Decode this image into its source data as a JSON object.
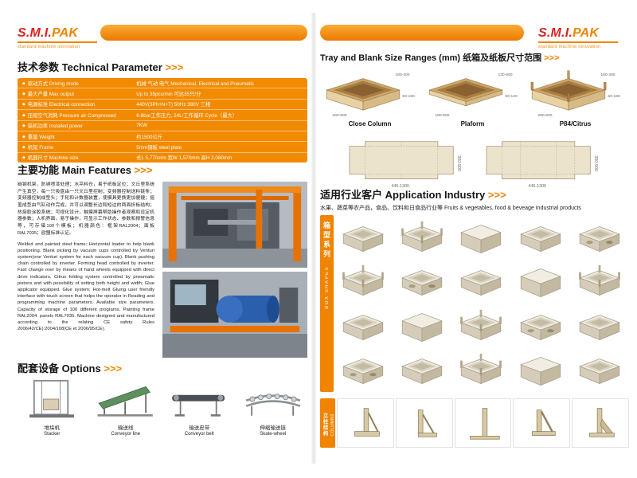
{
  "brand": {
    "name_primary": "S.M.I.",
    "name_secondary": "PAK",
    "tagline": "standard machine innovation"
  },
  "accent_color": "#F08300",
  "left_page": {
    "tech": {
      "title": "技术参数 Technical Parameter",
      "arrows": ">>>",
      "bullet": "◆",
      "rows": [
        {
          "label": "驱动方式 Driving mode",
          "value": "机械 气动 电气 Mechanical, Electrical and Pneumatic"
        },
        {
          "label": "最大产量 Max output",
          "value": "Up to 35pcs/min 可达35只/分"
        },
        {
          "label": "电源标准 Electrical connection",
          "value": "440V(3Ph+N+T) 50Hz 380V 三相"
        },
        {
          "label": "压缩空气消耗 Pressure air Compressed",
          "value": "6-8bar工作压力, 24L/工作循环 Cycle（最大）"
        },
        {
          "label": "装机功率 Installed power",
          "value": "7KW"
        },
        {
          "label": "重量 Weight",
          "value": "约1500公斤"
        },
        {
          "label": "机架 Frame",
          "value": "5mm钢板 steel plate"
        },
        {
          "label": "机器尺寸 Machine size",
          "value": "长L 5,770mm 宽W 1,570mm 高H 2,080mm"
        }
      ]
    },
    "features": {
      "title": "主要功能 Main Features",
      "arrows": ">>>",
      "text_zh": "碳钢机架，防锈喷漆处理；水平料仓，易于纸板定位；文丘里系统产生真空，每一只吸盘由一只文丘里控制；变频器控制送料链条；变频器控制成型头；手轮和计数器装置，使模具更换更加便捷；摇盖成型由气缸动作完成，并可以调整长边和短边的两面折板结构；热熔胶涂胶系统；可视化设计，触摸屏幕帮助操作者观察和设定机器参数；人机界面，易于操作，可显示工作状态、参数和报警信息等，可存储100个模板；机器颜色：框架RAL2004；面板RAL7035；欧盟标准认证。",
      "text_en": "Welded and painted steel frame; Horizontal loader to help blank positioning. Blank picking by vacuum cups controlled by Venturi system(one Venturi system for each vacuum cup). Blank pushing chain controlled by inverter. Forming head controlled by inverter. Fast change over by means of hand wheels equipped with direct drive indicators. Citrus folding system controlled by pneumatic pistons and with possibility of setting both height and width; Glue applicator equipped. Glue system; Hot-melt Gluing user friendly interface with touch screen that helps the operator in Reading and programming machine parameters. Available size parameters. Capacity of storage of 100 different programs. Painting frame RAL2004: panels RAL7035. Machine designed and manufactured according to the relating CE safety Rules 2006/42/CE):2004/108/CE et 2006/95/CE)."
    },
    "options": {
      "title": "配套设备 Options",
      "arrows": ">>>",
      "items": [
        {
          "zh": "堆垛机",
          "en": "Stacker"
        },
        {
          "zh": "输送线",
          "en": "Conveyor line"
        },
        {
          "zh": "输送皮带",
          "en": "Conveyor belt"
        },
        {
          "zh": "伸缩输送链",
          "en": "Skate-wheel"
        }
      ]
    }
  },
  "right_page": {
    "tray_sizes": {
      "title": "Tray and Blank Size Ranges (mm) 纸箱及纸板尺寸范围",
      "arrows": ">>>",
      "trays": [
        {
          "name": "Close Column",
          "dim_top": "180-400",
          "dim_bottom": "280-600",
          "dim_side": "60-180"
        },
        {
          "name": "Plaform",
          "dim_top": "130-600",
          "dim_bottom": "180-600",
          "dim_side": "60-140"
        },
        {
          "name": "P84/Citrus",
          "dim_top": "180-400",
          "dim_bottom": "280-600",
          "dim_side": "60-180"
        }
      ],
      "blanks": [
        {
          "dim_w": "445-1300",
          "dim_h": "300-900"
        },
        {
          "dim_w": "445-1300",
          "dim_h": "300-900"
        }
      ]
    },
    "industry": {
      "title": "适用行业客户 Application Industry",
      "arrows": ">>>",
      "desc": "水果、蔬菜等农产品，食品、饮料和日食品行业等  Fruits & vegetables, food & beveage Industrial products"
    },
    "box_shapes": {
      "label_zh": "箱型系列",
      "label_en": "BOX SHAPES",
      "rows": 4,
      "cols": 5
    },
    "columns": {
      "label_zh": "立柱结构",
      "label_en": "COLUMNS",
      "count": 5
    }
  }
}
